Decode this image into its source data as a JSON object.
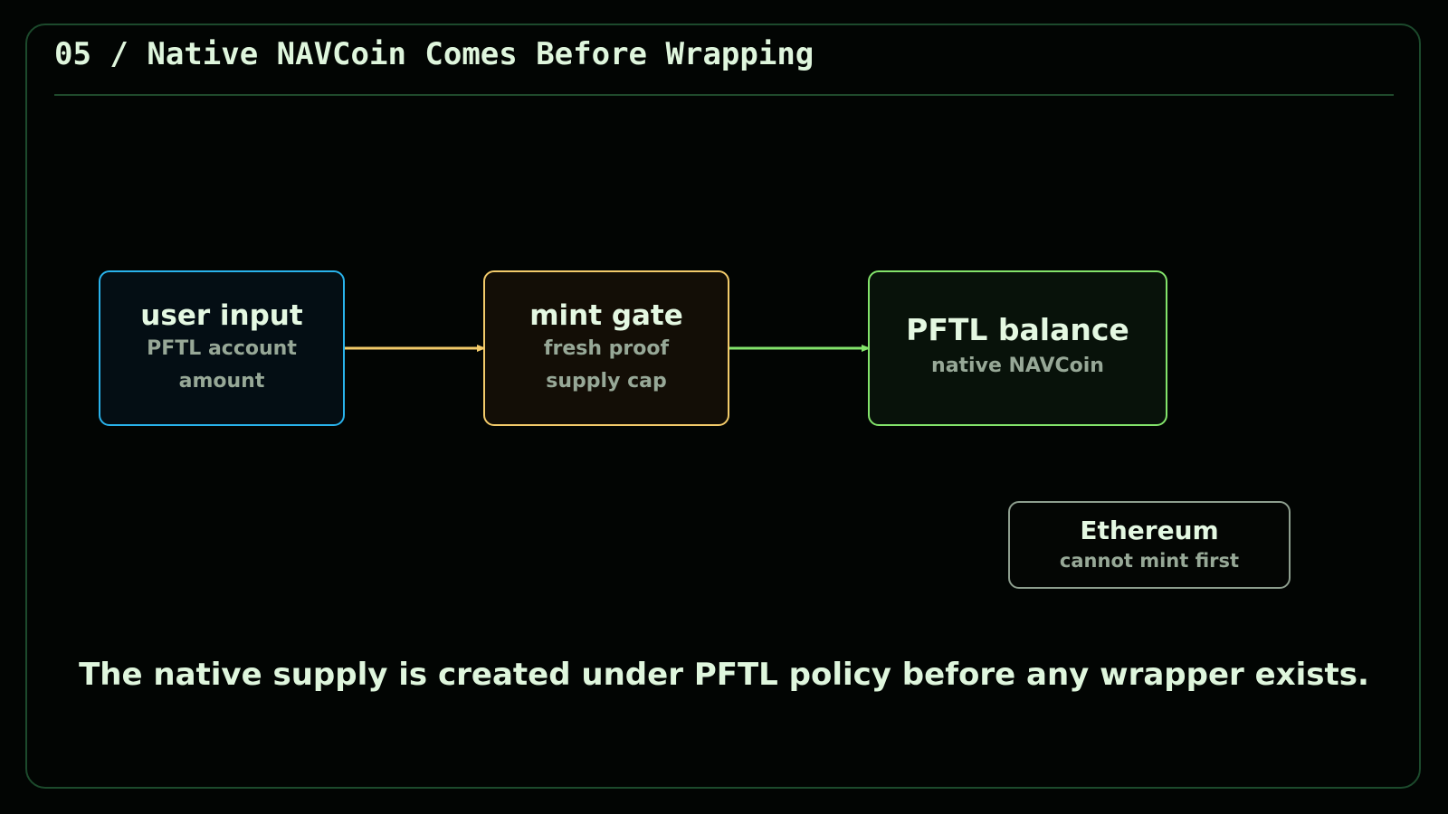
{
  "header": {
    "title": "05 / Native NAVCoin Comes Before Wrapping"
  },
  "nodes": {
    "user_input": {
      "title": "user input",
      "lines": [
        "PFTL account",
        "amount"
      ],
      "color": "#29b3ec"
    },
    "mint_gate": {
      "title": "mint gate",
      "lines": [
        "fresh proof",
        "supply cap"
      ],
      "color": "#f3cb6a"
    },
    "pftl_balance": {
      "title": "PFTL balance",
      "lines": [
        "native NAVCoin"
      ],
      "color": "#83e46b"
    },
    "ethereum": {
      "title": "Ethereum",
      "lines": [
        "cannot mint first"
      ],
      "color": "#8d9e8e"
    }
  },
  "edges": [
    {
      "from": "user input",
      "to": "mint gate",
      "color": "#f3cb6a"
    },
    {
      "from": "mint gate",
      "to": "PFTL balance",
      "color": "#83e46b"
    }
  ],
  "caption": "The native supply is created under PFTL policy before any wrapper exists.",
  "colors": {
    "background": "#020503",
    "frame_border": "#1c4a2c",
    "text_primary": "#dff6dd",
    "text_secondary": "#97a897"
  }
}
